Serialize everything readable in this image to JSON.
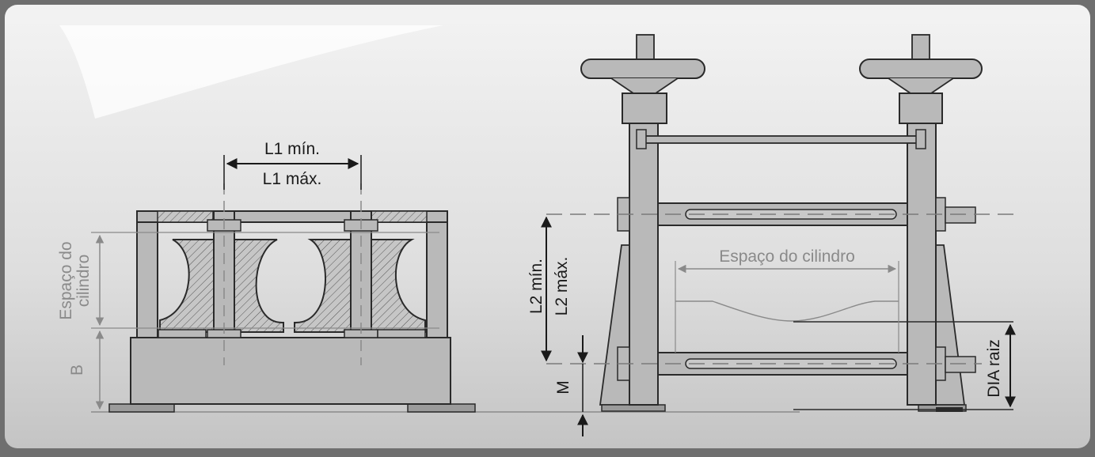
{
  "colors": {
    "panel_top": "#f2f2f2",
    "panel_bottom": "#c9c9c9",
    "metal": "#b9b9b9",
    "metal_dark": "#9b9b9b",
    "outline": "#2a2a2a",
    "dimension_grey": "#8a8a8a"
  },
  "front_view": {
    "l1_min": "L1 mín.",
    "l1_max": "L1 máx.",
    "roll_space_line1": "Espaço do",
    "roll_space_line2": "cilindro",
    "b_label": "B"
  },
  "side_view": {
    "roll_space": "Espaço do cilindro",
    "l2_min": "L2 mín.",
    "l2_max": "L2 máx.",
    "m_label": "M",
    "root_dia": "DIA raiz"
  }
}
